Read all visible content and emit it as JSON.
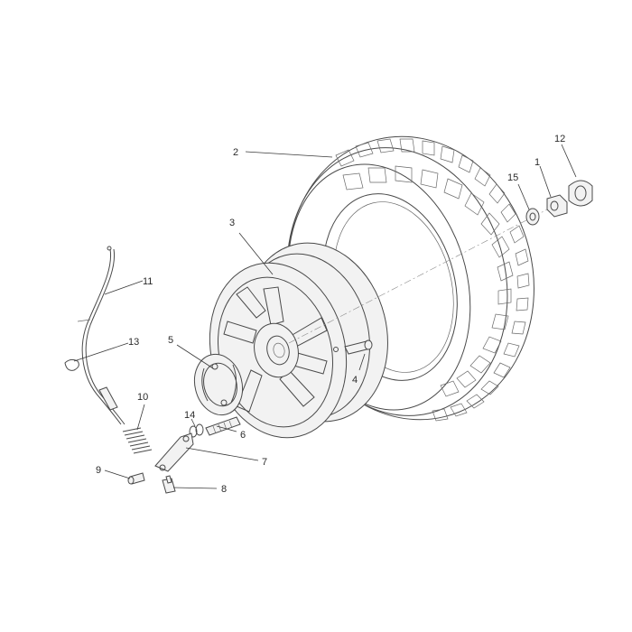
{
  "parts": [
    {
      "id": "p1",
      "label": "1",
      "name": "nut-part"
    },
    {
      "id": "p2",
      "label": "2",
      "name": "tire-part"
    },
    {
      "id": "p3",
      "label": "3",
      "name": "wheel-rim-part"
    },
    {
      "id": "p4",
      "label": "4",
      "name": "valve-stem-part"
    },
    {
      "id": "p5",
      "label": "5",
      "name": "brake-shoe-part"
    },
    {
      "id": "p6",
      "label": "6",
      "name": "brake-cam-part"
    },
    {
      "id": "p7",
      "label": "7",
      "name": "brake-lever-part"
    },
    {
      "id": "p8",
      "label": "8",
      "name": "bolt-part"
    },
    {
      "id": "p9",
      "label": "9",
      "name": "pin-part"
    },
    {
      "id": "p10",
      "label": "10",
      "name": "spring-part"
    },
    {
      "id": "p11",
      "label": "11",
      "name": "brake-cable-part"
    },
    {
      "id": "p12",
      "label": "12",
      "name": "hub-cap-part"
    },
    {
      "id": "p13",
      "label": "13",
      "name": "cable-clip-part"
    },
    {
      "id": "p14",
      "label": "14",
      "name": "washer-part"
    },
    {
      "id": "p15",
      "label": "15",
      "name": "spacer-washer-part"
    }
  ]
}
